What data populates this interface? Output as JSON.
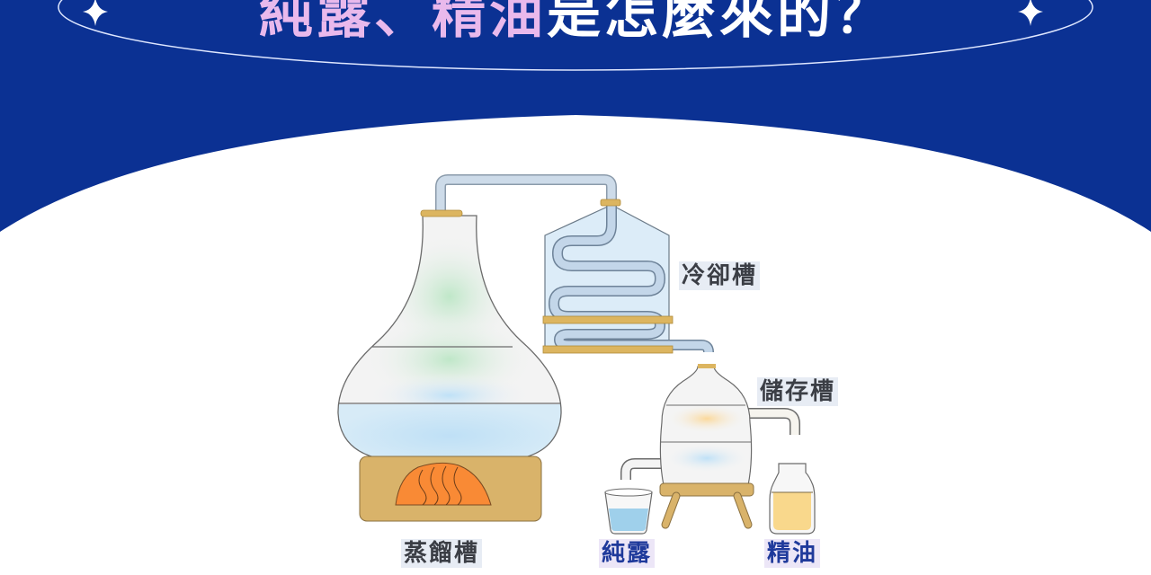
{
  "header": {
    "title_accent_1": "純露",
    "title_separator": "、",
    "title_accent_2": "精油",
    "title_rest": "是怎麼來的？",
    "background_color": "#0b3193",
    "accent_color": "#e9b9ec",
    "decorations": [
      "sparkle-icon",
      "sparkle-icon",
      "orbit-ellipse"
    ]
  },
  "diagram": {
    "components": [
      {
        "id": "distiller",
        "label": "蒸餾槽"
      },
      {
        "id": "condenser",
        "label": "冷卻槽"
      },
      {
        "id": "storage",
        "label": "儲存槽"
      },
      {
        "id": "hydrosol",
        "label": "純露"
      },
      {
        "id": "essential_oil",
        "label": "精油"
      }
    ],
    "colors": {
      "pipe": "#c9d8e8",
      "brass": "#dcb560",
      "fire": "#f98a35",
      "stove": "#d9b36a",
      "water": "#b9def3",
      "oil": "#f9d88c"
    }
  }
}
